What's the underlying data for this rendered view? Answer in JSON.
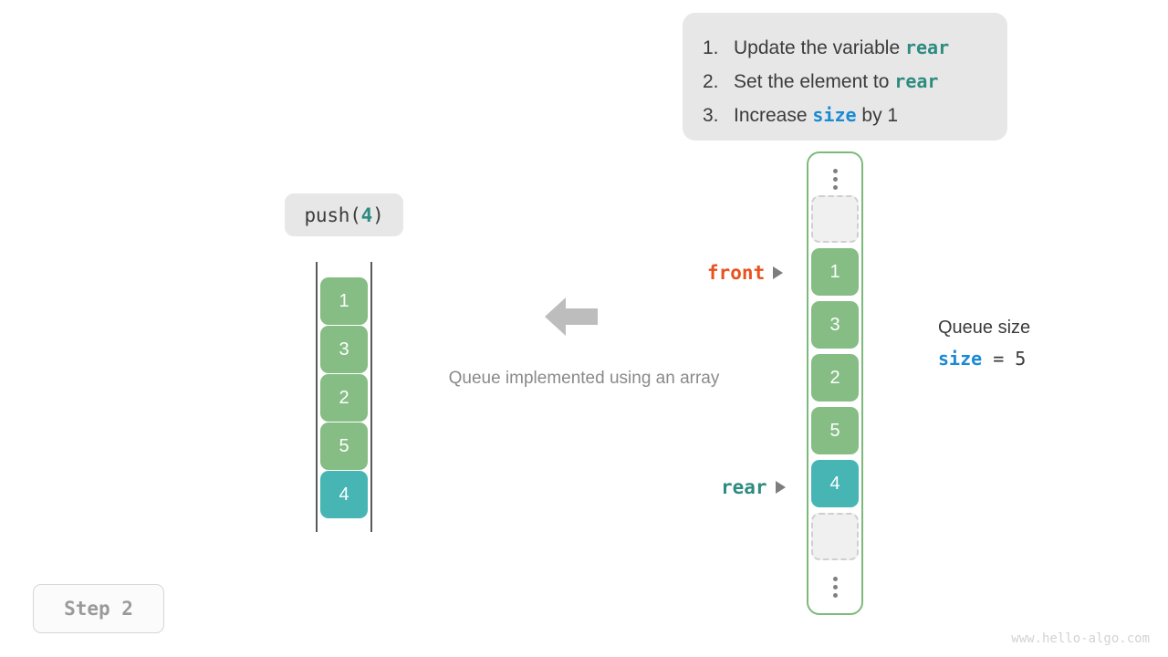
{
  "instructions": {
    "items": [
      {
        "num": "1.",
        "pre": "Update the variable ",
        "code": "rear",
        "code_color": "teal",
        "post": ""
      },
      {
        "num": "2.",
        "pre": "Set the element to ",
        "code": "rear",
        "code_color": "teal",
        "post": ""
      },
      {
        "num": "3.",
        "pre": "Increase ",
        "code": "size",
        "code_color": "blue",
        "post": " by 1"
      }
    ]
  },
  "operation": {
    "name": "push(",
    "argument": "4",
    "close": ")"
  },
  "left_array": {
    "cells": [
      {
        "value": "1",
        "color": "green"
      },
      {
        "value": "3",
        "color": "green"
      },
      {
        "value": "2",
        "color": "green"
      },
      {
        "value": "5",
        "color": "green"
      },
      {
        "value": "4",
        "color": "teal"
      }
    ]
  },
  "center": {
    "caption": "Queue implemented using an array",
    "arrow_icon": "arrow-left-icon"
  },
  "queue": {
    "top_ellipsis": "vertical-ellipsis-icon",
    "bottom_ellipsis": "vertical-ellipsis-icon",
    "slots": [
      {
        "value": "",
        "state": "empty"
      },
      {
        "value": "1",
        "state": "green"
      },
      {
        "value": "3",
        "state": "green"
      },
      {
        "value": "2",
        "state": "green"
      },
      {
        "value": "5",
        "state": "green"
      },
      {
        "value": "4",
        "state": "teal"
      },
      {
        "value": "",
        "state": "empty"
      }
    ],
    "pointers": {
      "front": "front",
      "rear": "rear"
    }
  },
  "queue_size": {
    "title": "Queue size",
    "var": "size",
    "operator": " = ",
    "value": "5"
  },
  "step": {
    "label": "Step 2"
  },
  "footer": {
    "watermark": "www.hello-algo.com"
  },
  "colors": {
    "green": "#85bd84",
    "teal": "#46b5b4",
    "accent_orange": "#e8521f",
    "accent_blue": "#1a8ad4",
    "accent_teal_text": "#2e8b80",
    "container_border": "#7cba7b",
    "panel_bg": "#e7e7e7"
  }
}
